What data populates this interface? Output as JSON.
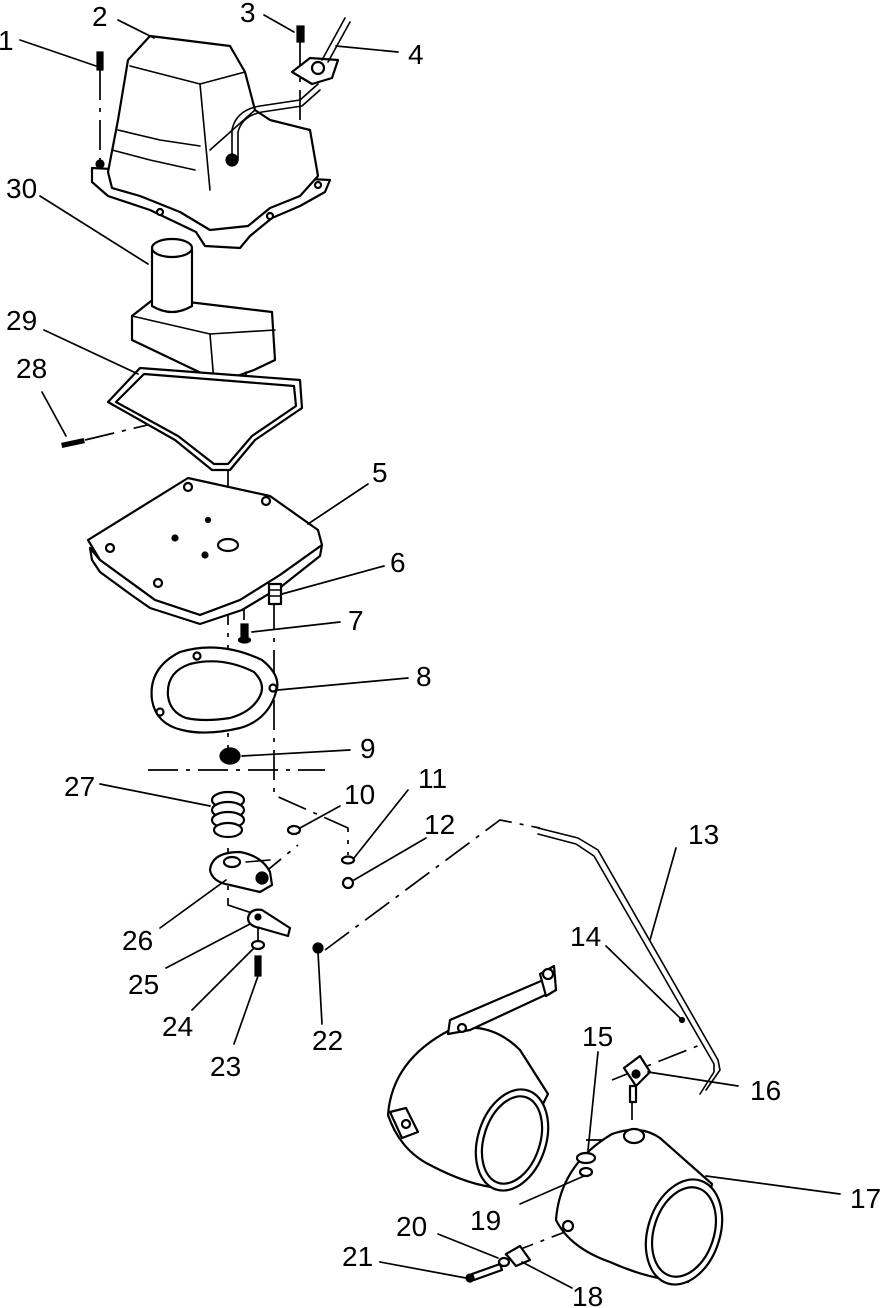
{
  "callouts": [
    "1",
    "2",
    "3",
    "4",
    "5",
    "6",
    "7",
    "8",
    "9",
    "10",
    "11",
    "12",
    "13",
    "14",
    "15",
    "16",
    "17",
    "18",
    "19",
    "20",
    "21",
    "22",
    "23",
    "24",
    "25",
    "26",
    "27",
    "28",
    "29",
    "30"
  ],
  "icons": {
    "drawing": "exploded-parts-diagram-icon"
  }
}
